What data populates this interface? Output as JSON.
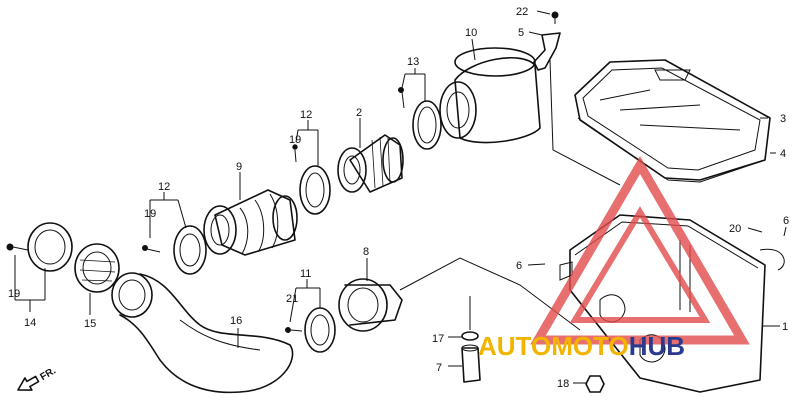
{
  "diagram": {
    "callouts": [
      "22",
      "5",
      "10",
      "13",
      "12",
      "2",
      "19",
      "9",
      "12",
      "19",
      "3",
      "4",
      "8",
      "11",
      "21",
      "16",
      "20",
      "6",
      "6",
      "19",
      "14",
      "15",
      "17",
      "7",
      "18",
      "1"
    ],
    "direction_marker": "FR.",
    "watermark": {
      "word_1": "AUTO",
      "word_2": "MOTO",
      "word_3": "HUB",
      "color_1": "#f2b400",
      "color_2": "#f2b400",
      "color_3": "#2a3a8f",
      "triangle_color": "#e24b4b"
    }
  }
}
